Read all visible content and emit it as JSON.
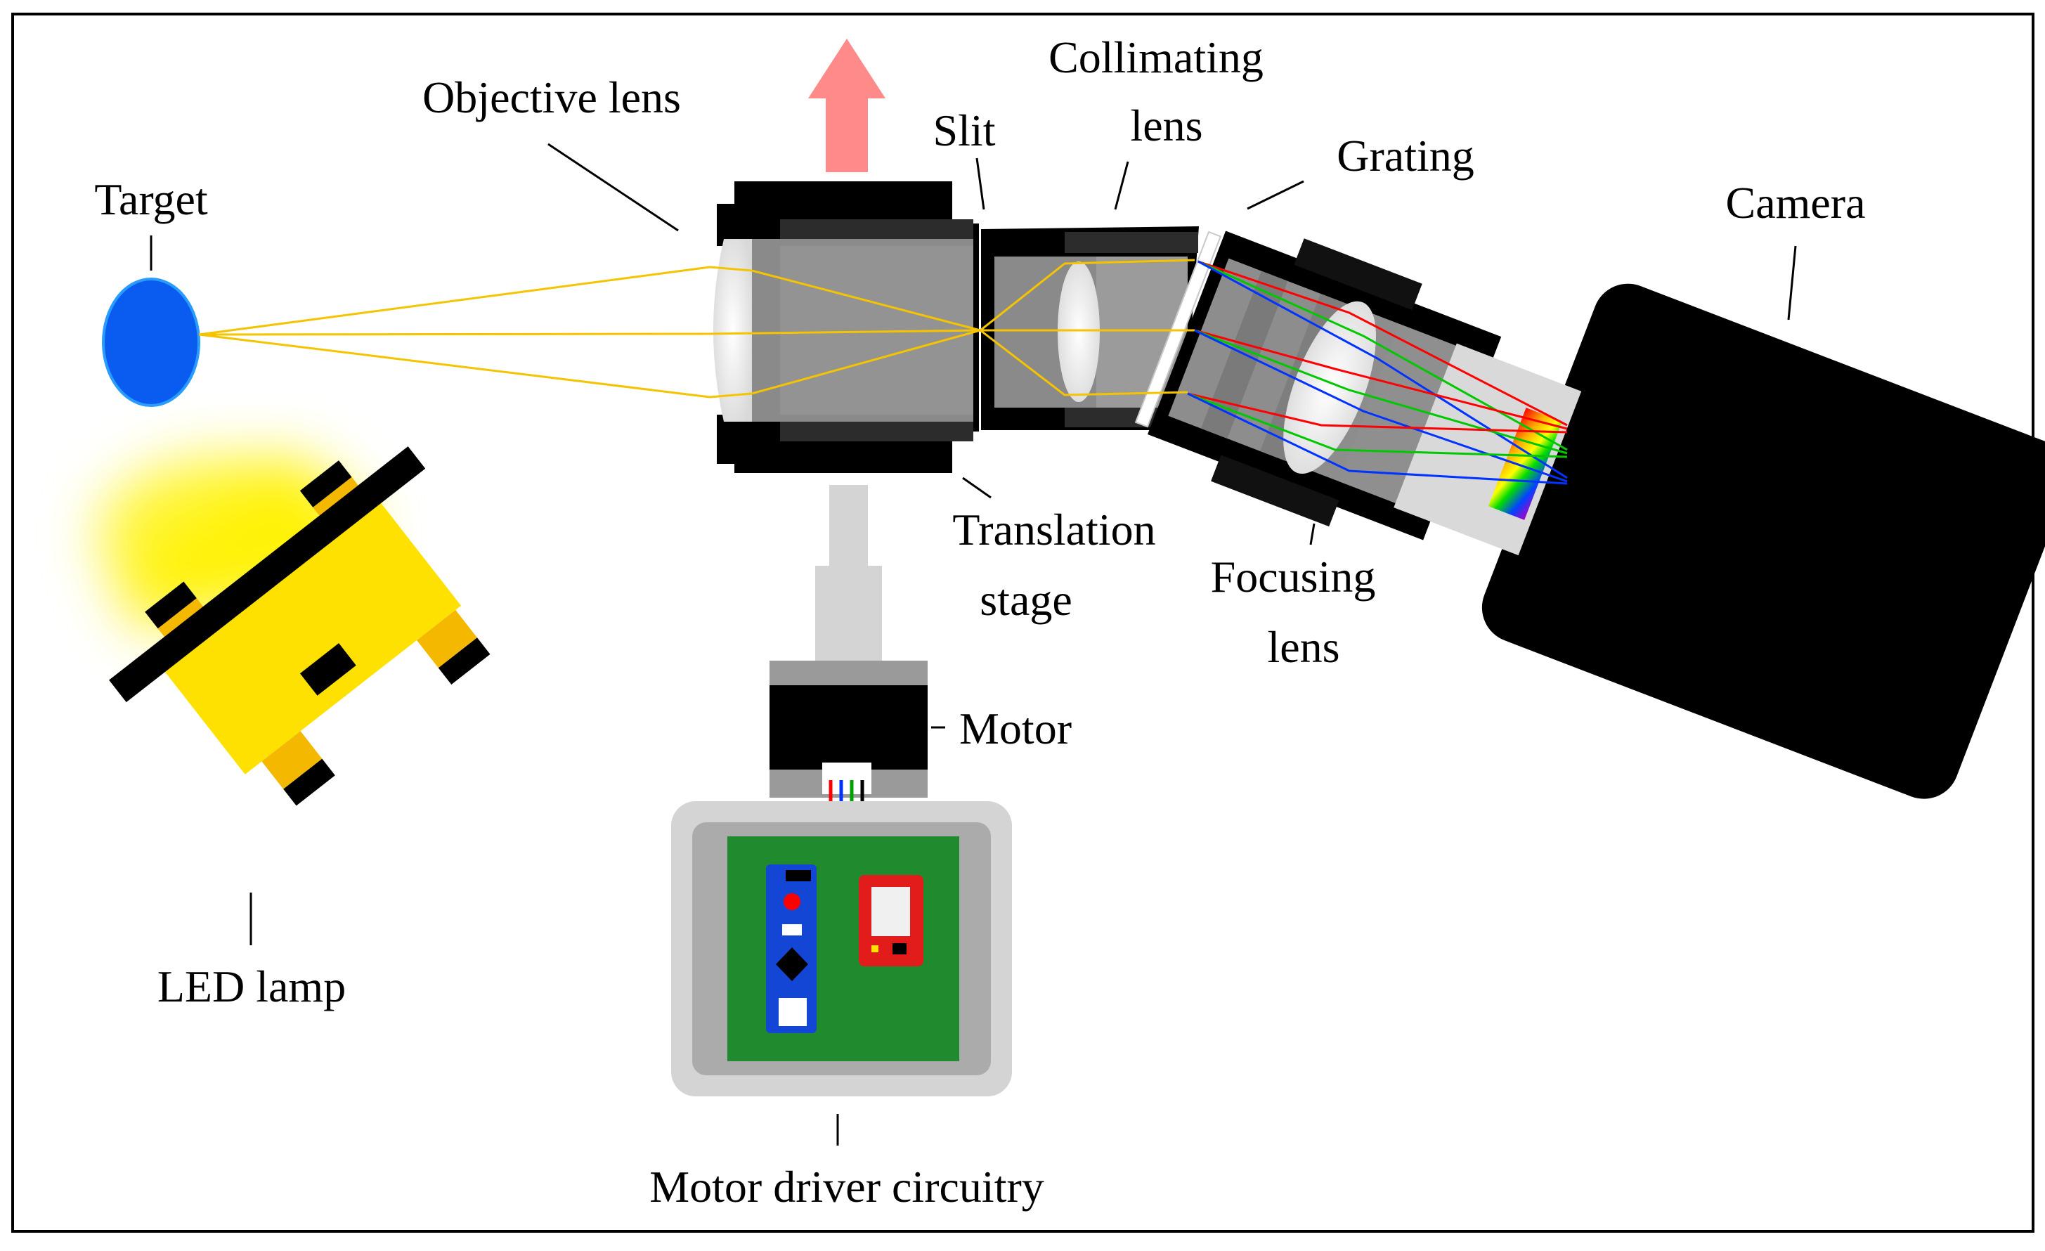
{
  "labels": {
    "target": "Target",
    "objective_lens": "Objective lens",
    "slit": "Slit",
    "collimating_lens_1": "Collimating",
    "collimating_lens_2": "lens",
    "grating": "Grating",
    "camera": "Camera",
    "translation_stage_1": "Translation",
    "translation_stage_2": "stage",
    "focusing_lens_1": "Focusing",
    "focusing_lens_2": "lens",
    "motor": "Motor",
    "led_lamp": "LED lamp",
    "motor_driver": "Motor driver circuitry"
  },
  "colors": {
    "target": "#0a5cf0",
    "led_body": "#ffe100",
    "led_tab": "#f5b800",
    "light_ray": "#f5c400",
    "ray_red": "#ff0000",
    "ray_green": "#00c800",
    "ray_blue": "#0033ff",
    "arrow": "#ff8a8a",
    "pcb": "#1f8a2e",
    "dark": "#000000",
    "barrel_gray": "#8a8a8a"
  }
}
